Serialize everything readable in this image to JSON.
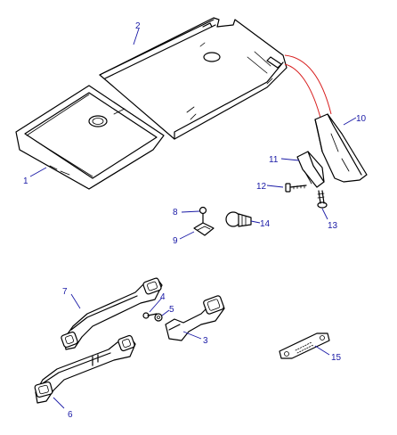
{
  "colors": {
    "callout": "#1a1aa6",
    "ink": "#000000",
    "highlight": "#d81e1e"
  },
  "callouts": {
    "c1": "1",
    "c2": "2",
    "c3": "3",
    "c4": "4",
    "c5": "5",
    "c6": "6",
    "c7": "7",
    "c8": "8",
    "c9": "9",
    "c10": "10",
    "c11": "11",
    "c12": "12",
    "c13": "13",
    "c14": "14",
    "c15": "15"
  }
}
